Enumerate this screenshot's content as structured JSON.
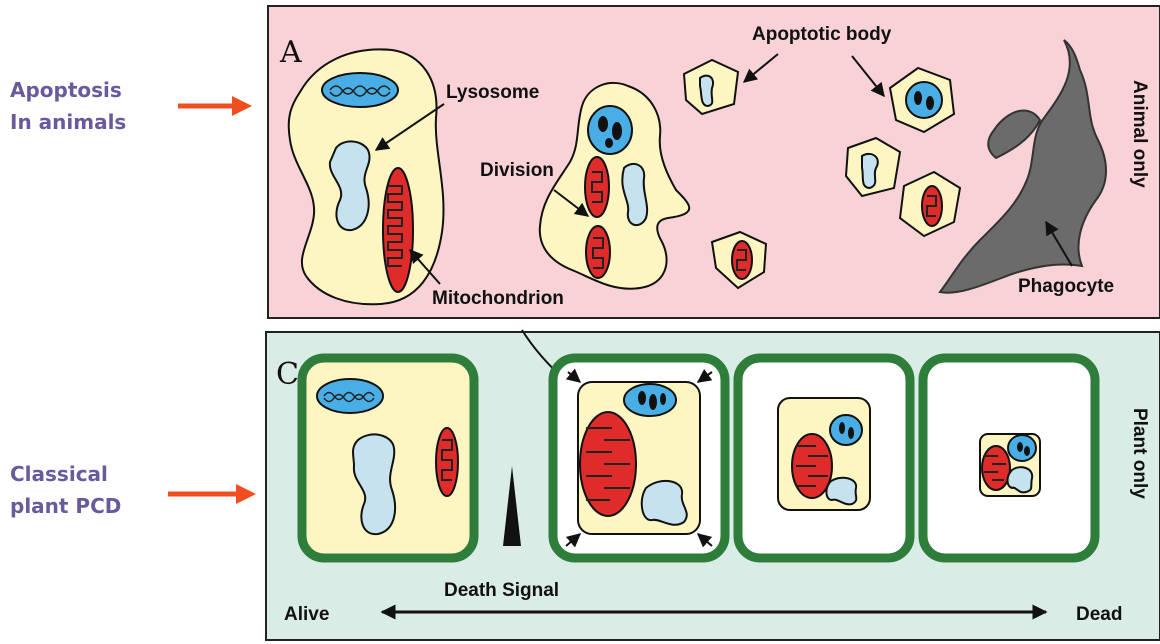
{
  "side_labels": {
    "animal": [
      "Apoptosis",
      "In animals"
    ],
    "plant": [
      "Classical",
      "plant PCD"
    ]
  },
  "panel_a": {
    "letter": "A",
    "vertical_label": "Animal only",
    "labels": {
      "lysosome": "Lysosome",
      "mitochondrion": "Mitochondrion",
      "division": "Division",
      "apoptotic_body": "Apoptotic body",
      "phagocyte": "Phagocyte"
    }
  },
  "panel_c": {
    "letter": "C",
    "vertical_label": "Plant only",
    "death_signal": "Death Signal",
    "alive": "Alive",
    "dead": "Dead"
  },
  "colors": {
    "panel_a_bg": "#f8d2d6",
    "panel_c_bg": "#d9ece6",
    "cell": "#fdf6c3",
    "nucleus": "#4aaee6",
    "lysosome": "#c6e2ef",
    "mitochondrion": "#e02b2b",
    "phagocyte": "#6b6b6b",
    "cell_wall": "#2e7d3b",
    "arrow_orange": "#f04e1f",
    "side_text": "#6a5a9c"
  }
}
